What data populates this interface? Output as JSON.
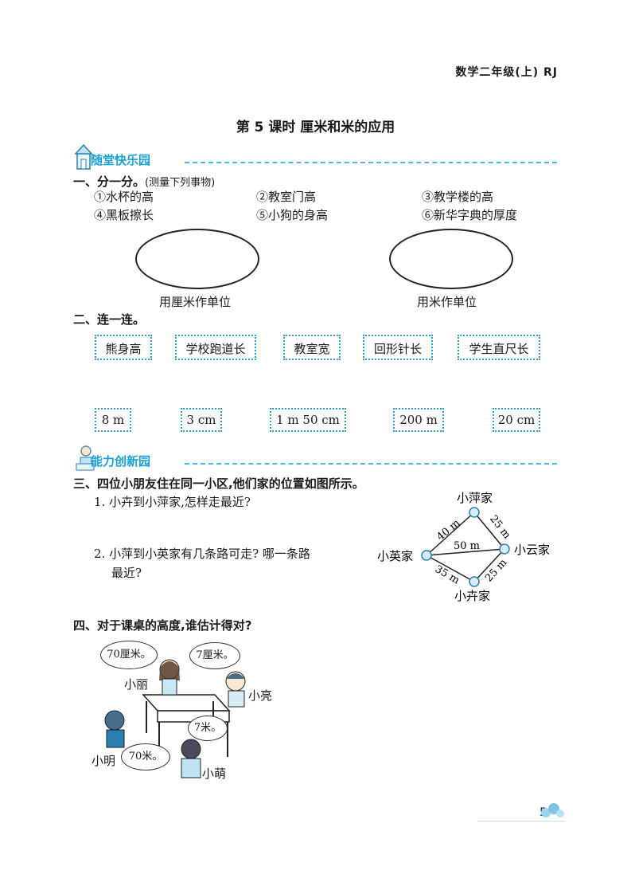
{
  "header": {
    "subject": "数学二年级(上)  RJ"
  },
  "lesson": {
    "title": "第 5 课时    厘米和米的应用"
  },
  "section1": {
    "banner": "随堂快乐园"
  },
  "q1": {
    "title": "一、分一分。",
    "note": "(测量下列事物)",
    "items": [
      "①水杯的高",
      "②教室门高",
      "③教学楼的高",
      "④黑板擦长",
      "⑤小狗的身高",
      "⑥新华字典的厚度"
    ],
    "left_caption": "用厘米作单位",
    "right_caption": "用米作单位"
  },
  "q2": {
    "title": "二、连一连。",
    "top": [
      "熊身高",
      "学校跑道长",
      "教室宽",
      "回形针长",
      "学生直尺长"
    ],
    "bottom": [
      "8 m",
      "3 cm",
      "1 m 50 cm",
      "200 m",
      "20 cm"
    ]
  },
  "section2": {
    "banner": "能力创新园"
  },
  "q3": {
    "title": "三、四位小朋友住在同一小区,他们家的位置如图所示。",
    "sub1": "1. 小卉到小萍家,怎样走最近?",
    "sub2a": "2. 小萍到小英家有几条路可走? 哪一条路",
    "sub2b": "最近?",
    "map": {
      "nodes": {
        "top": "小萍家",
        "left": "小英家",
        "right": "小云家",
        "bottom": "小卉家"
      },
      "edges": {
        "left_top": "40 m",
        "top_right": "25 m",
        "left_right": "50 m",
        "left_bottom": "35 m",
        "bottom_right": "25 m"
      }
    }
  },
  "q4": {
    "title": "四、对于课桌的高度,谁估计得对?",
    "bubbles": [
      "70厘米。",
      "7厘米。",
      "7米。",
      "70米。"
    ],
    "names": [
      "小丽",
      "小亮",
      "小明",
      "小萌"
    ]
  },
  "page_number": "5",
  "colors": {
    "accent": "#1aa0d8",
    "dash": "#4ab8e6",
    "box_border": "#2a9fd6"
  }
}
